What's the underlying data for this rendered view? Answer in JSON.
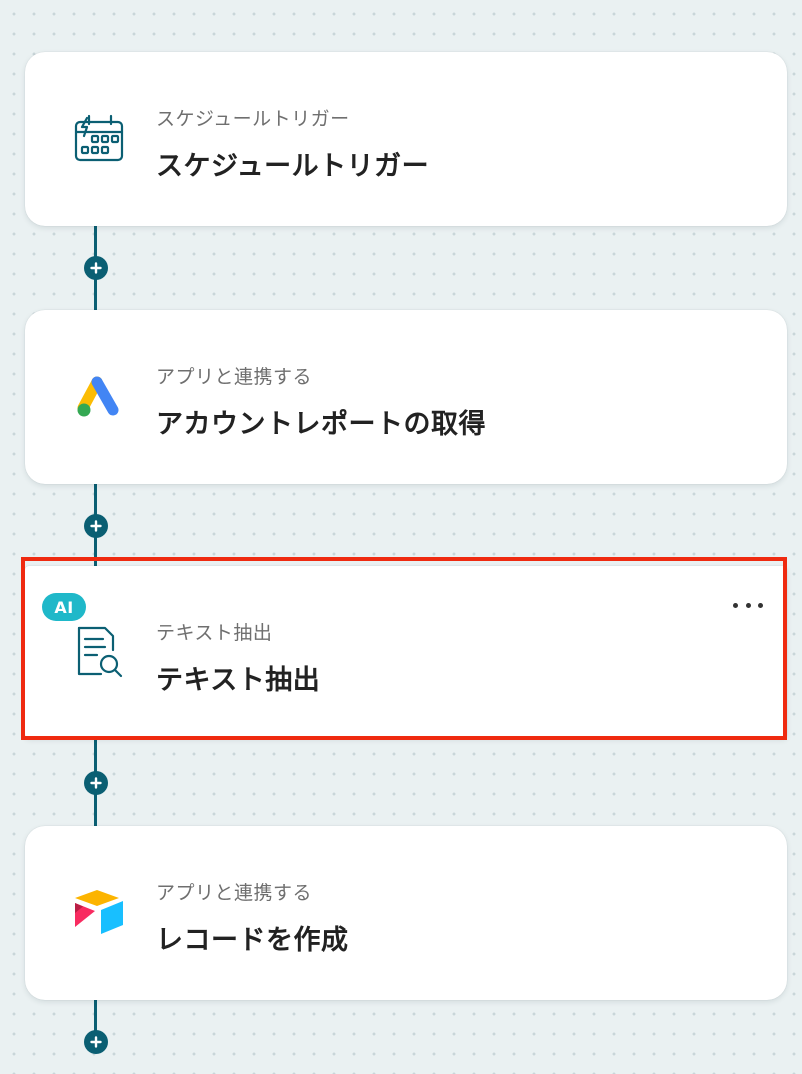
{
  "colors": {
    "connector": "#0b5f73",
    "selection_outline": "#ef2a10",
    "ai_badge": "#1fb8c9",
    "card_background": "#ffffff",
    "canvas_background": "#eaf1f2"
  },
  "flow": {
    "steps": [
      {
        "category": "スケジュールトリガー",
        "title": "スケジュールトリガー",
        "icon": "calendar-lightning-icon"
      },
      {
        "category": "アプリと連携する",
        "title": "アカウントレポートの取得",
        "icon": "google-ads-icon"
      },
      {
        "category": "テキスト抽出",
        "title": "テキスト抽出",
        "icon": "document-search-icon",
        "badge": "AI",
        "selected": true
      },
      {
        "category": "アプリと連携する",
        "title": "レコードを作成",
        "icon": "airtable-icon"
      }
    ],
    "add_button_icon": "plus-icon",
    "menu_icon": "more-horizontal-icon"
  }
}
